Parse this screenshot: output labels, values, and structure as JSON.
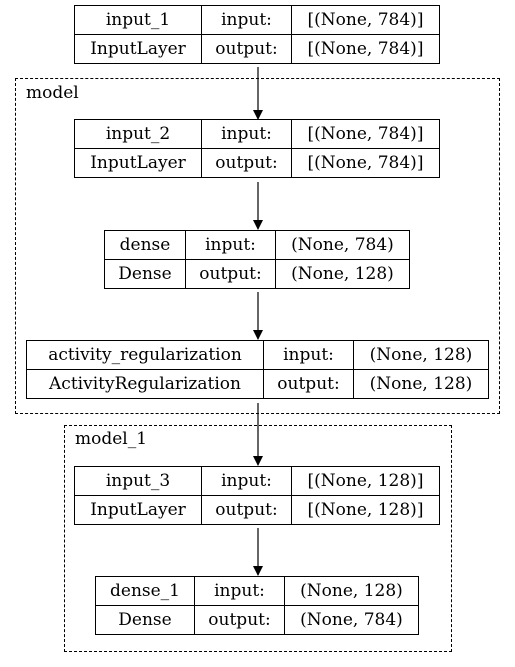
{
  "clusters": {
    "model": {
      "label": "model"
    },
    "model_1": {
      "label": "model_1"
    }
  },
  "nodes": {
    "input_1": {
      "name": "input_1",
      "type": "InputLayer",
      "in_label": "input:",
      "out_label": "output:",
      "in_value": "[(None, 784)]",
      "out_value": "[(None, 784)]"
    },
    "input_2": {
      "name": "input_2",
      "type": "InputLayer",
      "in_label": "input:",
      "out_label": "output:",
      "in_value": "[(None, 784)]",
      "out_value": "[(None, 784)]"
    },
    "dense": {
      "name": "dense",
      "type": "Dense",
      "in_label": "input:",
      "out_label": "output:",
      "in_value": "(None, 784)",
      "out_value": "(None, 128)"
    },
    "activity_regularization": {
      "name": "activity_regularization",
      "type": "ActivityRegularization",
      "in_label": "input:",
      "out_label": "output:",
      "in_value": "(None, 128)",
      "out_value": "(None, 128)"
    },
    "input_3": {
      "name": "input_3",
      "type": "InputLayer",
      "in_label": "input:",
      "out_label": "output:",
      "in_value": "[(None, 128)]",
      "out_value": "[(None, 128)]"
    },
    "dense_1": {
      "name": "dense_1",
      "type": "Dense",
      "in_label": "input:",
      "out_label": "output:",
      "in_value": "(None, 128)",
      "out_value": "(None, 784)"
    }
  },
  "edges": [
    {
      "from": "input_1",
      "to": "input_2"
    },
    {
      "from": "input_2",
      "to": "dense"
    },
    {
      "from": "dense",
      "to": "activity_regularization"
    },
    {
      "from": "activity_regularization",
      "to": "input_3"
    },
    {
      "from": "input_3",
      "to": "dense_1"
    }
  ]
}
